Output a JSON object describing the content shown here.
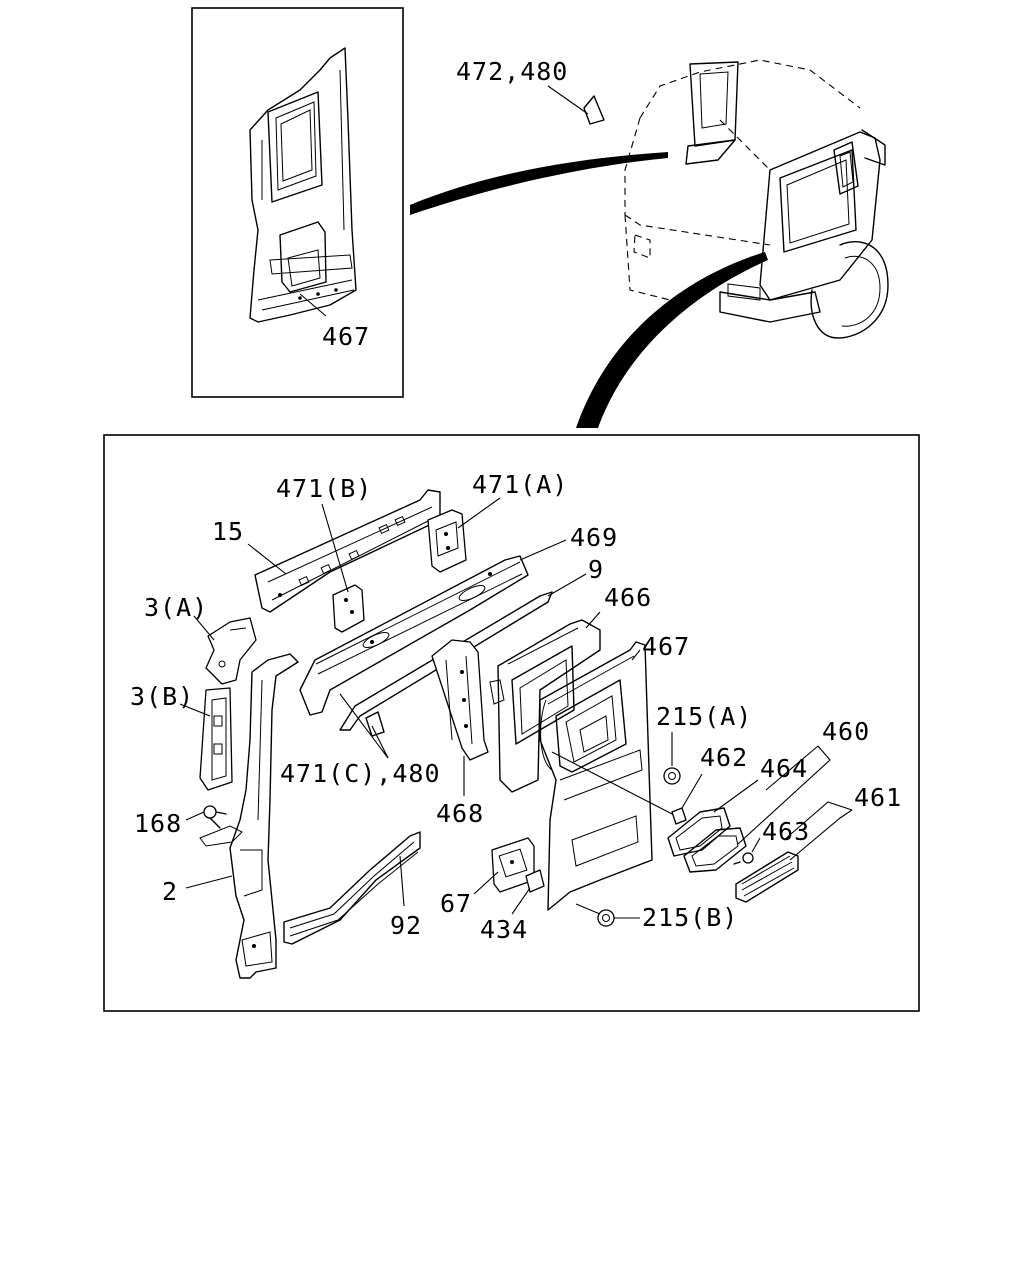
{
  "callouts": {
    "c472_480": "472,480",
    "c467_inset": "467",
    "c471b": "471(B)",
    "c471a": "471(A)",
    "c15": "15",
    "c469": "469",
    "c9": "9",
    "c3a": "3(A)",
    "c466": "466",
    "c467": "467",
    "c3b": "3(B)",
    "c215a": "215(A)",
    "c460": "460",
    "c462": "462",
    "c464": "464",
    "c471c_480": "471(C),480",
    "c168": "168",
    "c468": "468",
    "c461": "461",
    "c463": "463",
    "c2": "2",
    "c67": "67",
    "c215b": "215(B)",
    "c92": "92",
    "c434": "434"
  }
}
